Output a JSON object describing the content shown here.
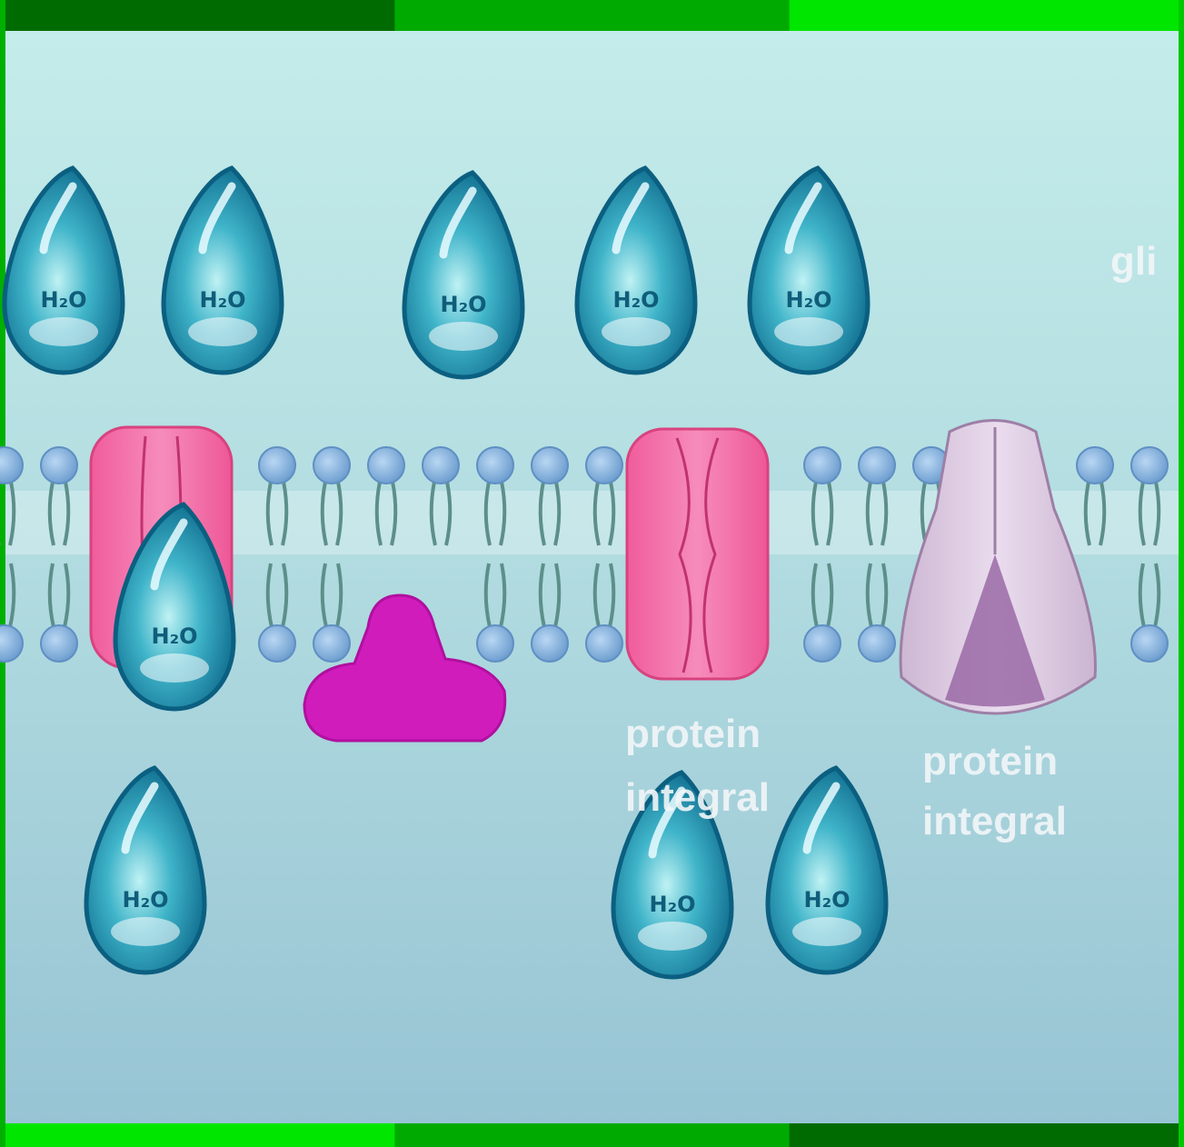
{
  "molecule_label": "H₂O",
  "labels": {
    "protein_integral_1": [
      "protein",
      "integral"
    ],
    "protein_integral_2": [
      "protein",
      "integral"
    ],
    "glycoprotein_partial": "gli"
  },
  "frame_colors": [
    "#006b00",
    "#00aa00",
    "#00e600"
  ],
  "colors": {
    "extracellular": "#c2ebea",
    "membrane_band": "#b6dfe2",
    "intracellular": "#9bc7d6",
    "phospholipid_head": "#8fb8e0",
    "channel_protein": "#f26fa6",
    "peripheral_protein": "#d81fbe",
    "integral_protein": "#d8c6dc",
    "water_drop": "#1c8fae"
  }
}
